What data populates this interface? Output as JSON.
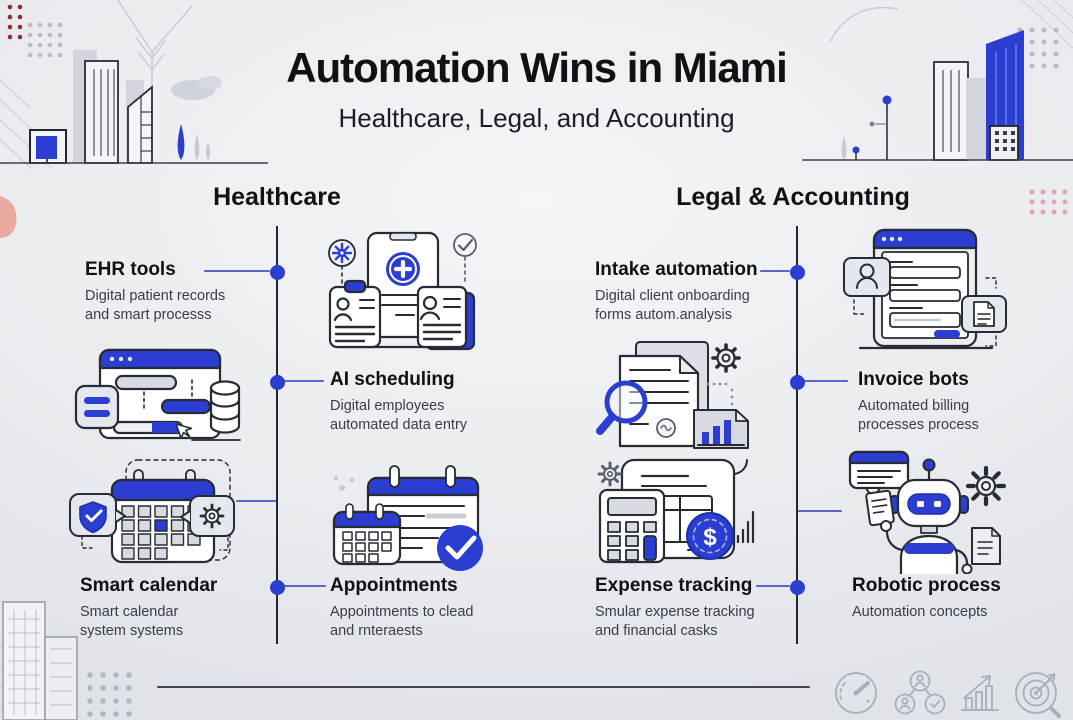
{
  "header": {
    "title": "Automation Wins in Miami",
    "subtitle": "Healthcare, Legal, and Accounting"
  },
  "columns": [
    {
      "id": "healthcare",
      "header": "Healthcare",
      "items": [
        {
          "title": "EHR tools",
          "desc": "Digital patient records\nand smart processs",
          "icon": "medical-records-icon"
        },
        {
          "title": "AI scheduling",
          "desc": "Digital employees\nautomated data entry",
          "icon": "data-entry-window-icon"
        },
        {
          "title": "Smart calendar",
          "desc": "Smart calendar\nsystem systems",
          "icon": "smart-calendar-icon"
        },
        {
          "title": "Appointments",
          "desc": "Appointments to clead\nand rnteraests",
          "icon": "appointments-calendar-icon"
        }
      ]
    },
    {
      "id": "legal-accounting",
      "header": "Legal & Accounting",
      "items": [
        {
          "title": "Intake automation",
          "desc": "Digital client onboarding\nforms autom.analysis",
          "icon": "intake-form-icon"
        },
        {
          "title": "Invoice bots",
          "desc": "Automated billing\nprocesses process",
          "icon": "document-analysis-icon"
        },
        {
          "title": "Expense tracking",
          "desc": "Smular expense tracking\nand financial casks",
          "icon": "calculator-receipt-icon"
        },
        {
          "title": "Robotic process",
          "desc": "Automation concepts",
          "icon": "robot-icon"
        }
      ]
    }
  ],
  "footer": {
    "icons": [
      "speedometer-icon",
      "team-network-icon",
      "growth-chart-icon",
      "target-icon"
    ]
  },
  "decor": {
    "dollar": "$",
    "elements": [
      "city-skyline-left",
      "city-skyline-right",
      "buildings-bottom-left",
      "dot-grids",
      "ground-lines"
    ]
  },
  "colors": {
    "accent_blue": "#2c3ed1",
    "connector_blue": "#5c63c9",
    "outline_dark": "#272b33",
    "background": "#eaecf0",
    "muted_gray": "#b7bbc4",
    "red_dots": "#8e2f38",
    "pink_dots": "#e2a3ad"
  }
}
